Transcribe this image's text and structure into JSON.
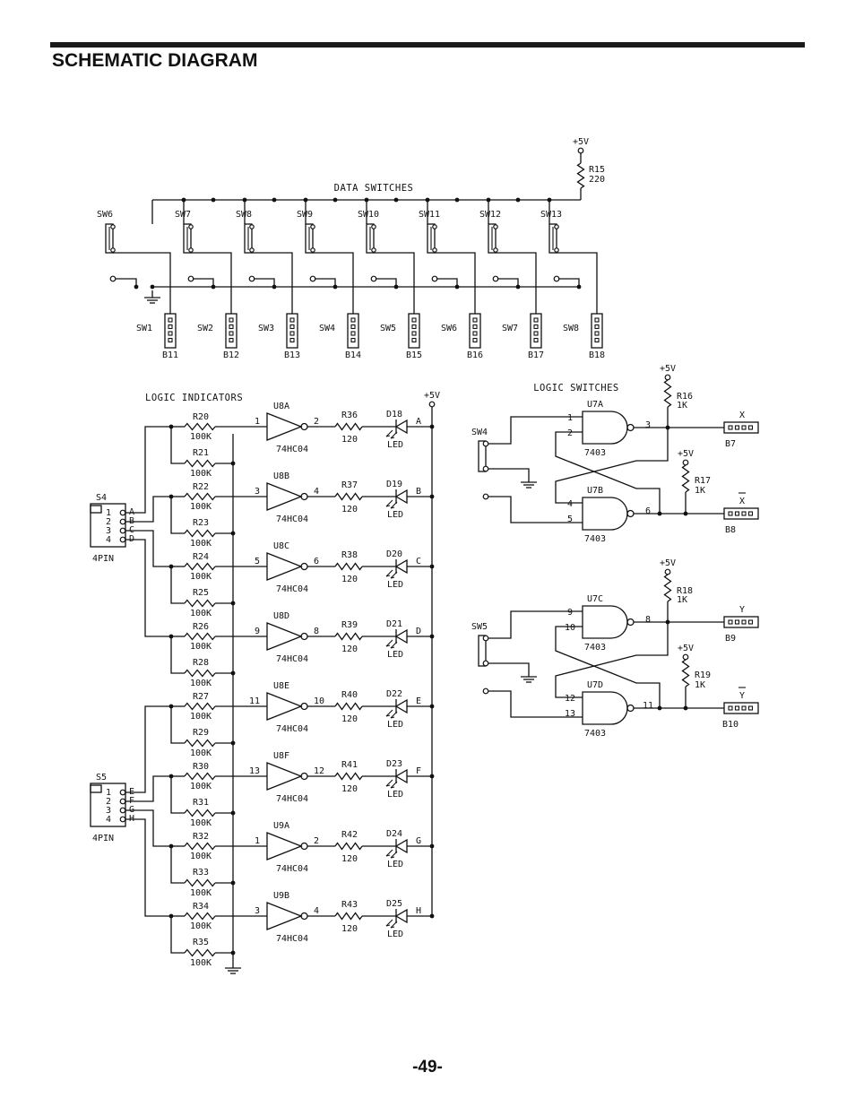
{
  "page": {
    "title": "SCHEMATIC DIAGRAM",
    "page_number": "-49-"
  },
  "data_switches": {
    "header": "DATA SWITCHES",
    "vcc": "+5V",
    "pullup": {
      "ref": "R15",
      "value": "220"
    },
    "switches": [
      "SW6",
      "SW7",
      "SW8",
      "SW9",
      "SW10",
      "SW11",
      "SW12",
      "SW13"
    ],
    "connectors": [
      {
        "sw": "SW1",
        "conn": "B11"
      },
      {
        "sw": "SW2",
        "conn": "B12"
      },
      {
        "sw": "SW3",
        "conn": "B13"
      },
      {
        "sw": "SW4",
        "conn": "B14"
      },
      {
        "sw": "SW5",
        "conn": "B15"
      },
      {
        "sw": "SW6",
        "conn": "B16"
      },
      {
        "sw": "SW7",
        "conn": "B17"
      },
      {
        "sw": "SW8",
        "conn": "B18"
      }
    ]
  },
  "logic_indicators": {
    "header": "LOGIC INDICATORS",
    "vcc": "+5V",
    "chip": "74HC04",
    "led_label": "LED",
    "resistor_value_in": "100K",
    "resistor_value_led": "120",
    "connectors": [
      {
        "ref": "S4",
        "type": "4PIN",
        "pins": [
          "1",
          "2",
          "3",
          "4"
        ],
        "signals": [
          "A",
          "B",
          "C",
          "D"
        ]
      },
      {
        "ref": "S5",
        "type": "4PIN",
        "pins": [
          "1",
          "2",
          "3",
          "4"
        ],
        "signals": [
          "E",
          "F",
          "G",
          "H"
        ]
      }
    ],
    "channels": [
      {
        "r_in": "R20",
        "r_pd": "R21",
        "gate": "U8A",
        "pin_in": "1",
        "pin_out": "2",
        "r_led": "R36",
        "led": "D18",
        "sig": "A"
      },
      {
        "r_in": "R22",
        "r_pd": "R23",
        "gate": "U8B",
        "pin_in": "3",
        "pin_out": "4",
        "r_led": "R37",
        "led": "D19",
        "sig": "B"
      },
      {
        "r_in": "R24",
        "r_pd": "R25",
        "gate": "U8C",
        "pin_in": "5",
        "pin_out": "6",
        "r_led": "R38",
        "led": "D20",
        "sig": "C"
      },
      {
        "r_in": "R26",
        "r_pd": "R28",
        "gate": "U8D",
        "pin_in": "9",
        "pin_out": "8",
        "r_led": "R39",
        "led": "D21",
        "sig": "D"
      },
      {
        "r_in": "R27",
        "r_pd": "R29",
        "gate": "U8E",
        "pin_in": "11",
        "pin_out": "10",
        "r_led": "R40",
        "led": "D22",
        "sig": "E"
      },
      {
        "r_in": "R30",
        "r_pd": "R31",
        "gate": "U8F",
        "pin_in": "13",
        "pin_out": "12",
        "r_led": "R41",
        "led": "D23",
        "sig": "F"
      },
      {
        "r_in": "R32",
        "r_pd": "R33",
        "gate": "U9A",
        "pin_in": "1",
        "pin_out": "2",
        "r_led": "R42",
        "led": "D24",
        "sig": "G"
      },
      {
        "r_in": "R34",
        "r_pd": "R35",
        "gate": "U9B",
        "pin_in": "3",
        "pin_out": "4",
        "r_led": "R43",
        "led": "D25",
        "sig": "H"
      }
    ]
  },
  "logic_switches": {
    "header": "LOGIC SWITCHES",
    "vcc": "+5V",
    "chip": "7403",
    "pullup_value": "1K",
    "latches": [
      {
        "sw": "SW4",
        "top": {
          "gate": "U7A",
          "pin_a": "1",
          "pin_b": "2",
          "pin_out": "3",
          "r": "R16",
          "conn": "B7",
          "sig": "X"
        },
        "bottom": {
          "gate": "U7B",
          "pin_a": "4",
          "pin_b": "5",
          "pin_out": "6",
          "r": "R17",
          "conn": "B8",
          "sig": "X"
        }
      },
      {
        "sw": "SW5",
        "top": {
          "gate": "U7C",
          "pin_a": "9",
          "pin_b": "10",
          "pin_out": "8",
          "r": "R18",
          "conn": "B9",
          "sig": "Y"
        },
        "bottom": {
          "gate": "U7D",
          "pin_a": "12",
          "pin_b": "13",
          "pin_out": "11",
          "r": "R19",
          "conn": "B10",
          "sig": "Y"
        }
      }
    ]
  }
}
